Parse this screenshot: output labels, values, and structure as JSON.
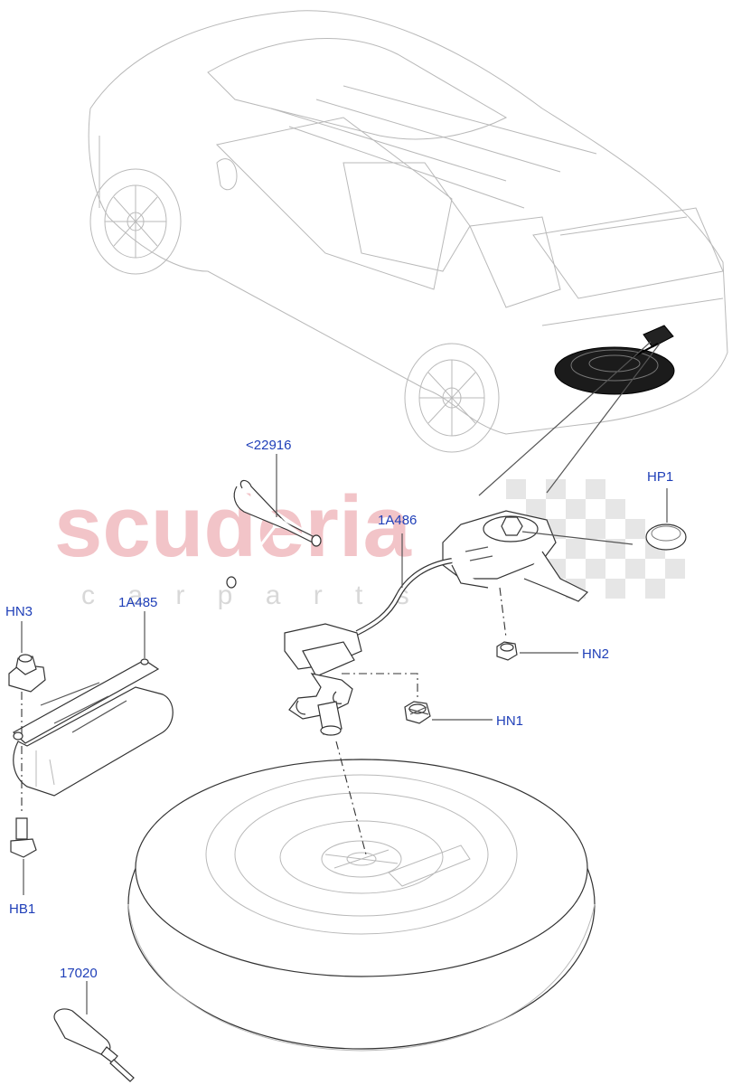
{
  "watermark": {
    "main": "scuderia",
    "sub": "c a r   p a r t s"
  },
  "callouts": {
    "c22916": "<22916",
    "c1A486": "1A486",
    "cHP1": "HP1",
    "cHN3": "HN3",
    "c1A485": "1A485",
    "cHN2": "HN2",
    "cHN1": "HN1",
    "cHB1": "HB1",
    "c17020": "17020"
  },
  "colors": {
    "callout": "#1f3fb8",
    "watermark_red": "#f2c4c8",
    "watermark_grey": "#d8d8d8"
  }
}
